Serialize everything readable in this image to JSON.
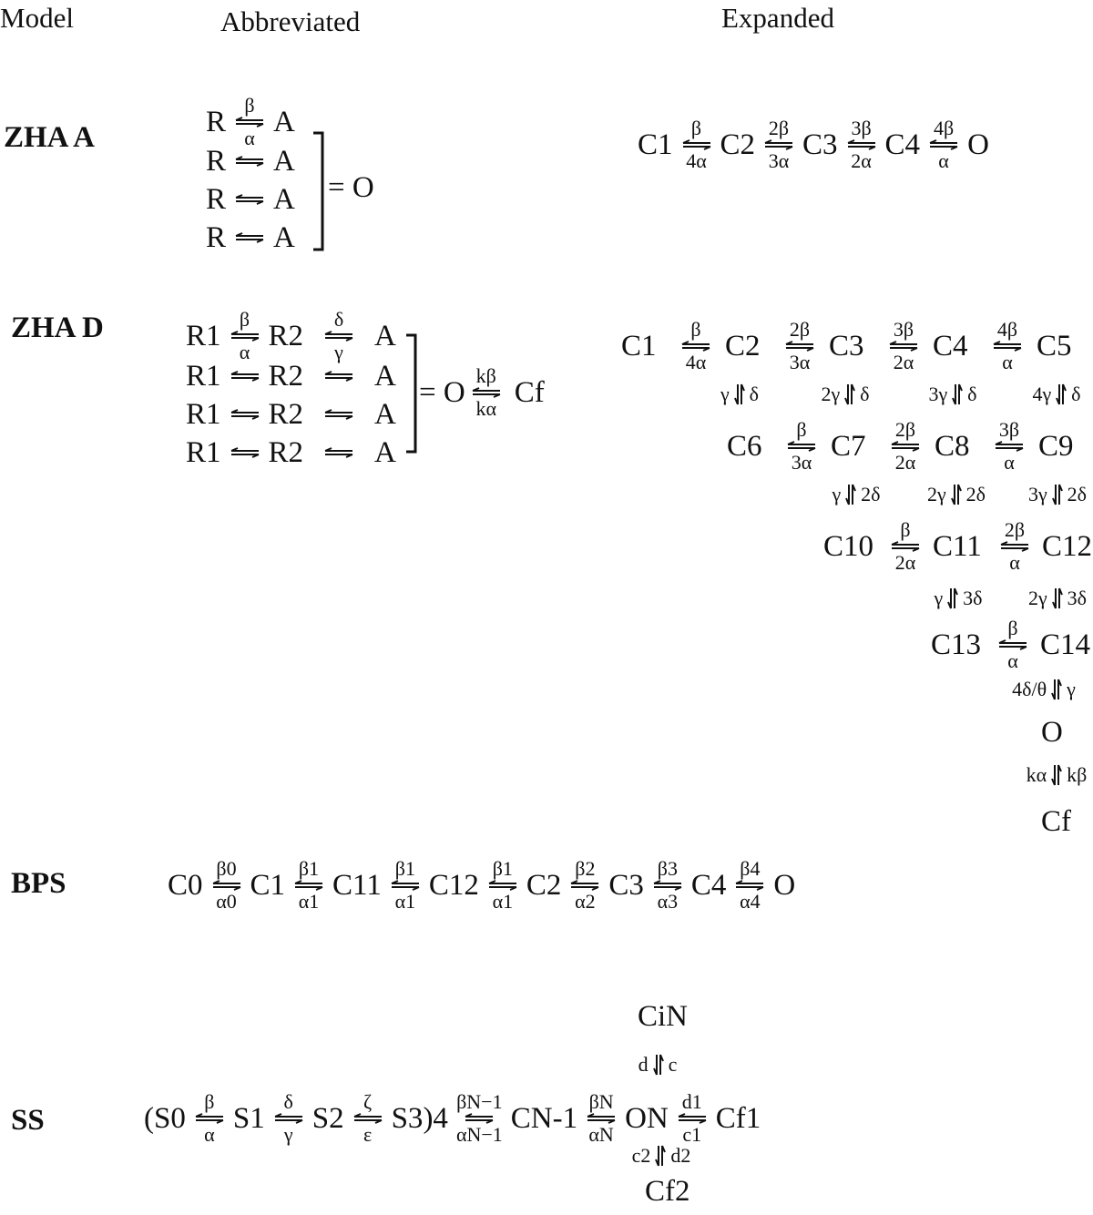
{
  "headers": {
    "model": "Model",
    "abbreviated": "Abbreviated",
    "expanded": "Expanded"
  },
  "models": {
    "zha_a": "ZHA A",
    "zha_d": "ZHA D",
    "bps": "BPS",
    "ss": "SS"
  },
  "zha_a": {
    "abbrev_rows": [
      {
        "left": "R",
        "fwd": "β",
        "bwd": "α",
        "right": "A"
      },
      {
        "left": "R",
        "fwd": "",
        "bwd": "",
        "right": "A"
      },
      {
        "left": "R",
        "fwd": "",
        "bwd": "",
        "right": "A"
      },
      {
        "left": "R",
        "fwd": "",
        "bwd": "",
        "right": "A"
      }
    ],
    "equals": "= O",
    "expanded": {
      "states": [
        "C1",
        "C2",
        "C3",
        "C4",
        "O"
      ],
      "rates": [
        {
          "fwd": "β",
          "bwd": "4α"
        },
        {
          "fwd": "2β",
          "bwd": "3α"
        },
        {
          "fwd": "3β",
          "bwd": "2α"
        },
        {
          "fwd": "4β",
          "bwd": "α"
        }
      ]
    }
  },
  "zha_d": {
    "abbrev_rows": [
      {
        "s1": "R1",
        "r1": {
          "fwd": "β",
          "bwd": "α"
        },
        "s2": "R2",
        "r2": {
          "fwd": "δ",
          "bwd": "γ"
        },
        "s3": "A"
      },
      {
        "s1": "R1",
        "r1": {
          "fwd": "",
          "bwd": ""
        },
        "s2": "R2",
        "r2": {
          "fwd": "",
          "bwd": ""
        },
        "s3": "A"
      },
      {
        "s1": "R1",
        "r1": {
          "fwd": "",
          "bwd": ""
        },
        "s2": "R2",
        "r2": {
          "fwd": "",
          "bwd": ""
        },
        "s3": "A"
      },
      {
        "s1": "R1",
        "r1": {
          "fwd": "",
          "bwd": ""
        },
        "s2": "R2",
        "r2": {
          "fwd": "",
          "bwd": ""
        },
        "s3": "A"
      }
    ],
    "equals": "= O",
    "flicker": {
      "fwd": "kβ",
      "bwd": "kα",
      "target": "Cf"
    },
    "expanded": {
      "row1": {
        "states": [
          "C1",
          "C2",
          "C3",
          "C4",
          "C5"
        ],
        "rates": [
          {
            "fwd": "β",
            "bwd": "4α"
          },
          {
            "fwd": "2β",
            "bwd": "3α"
          },
          {
            "fwd": "3β",
            "bwd": "2α"
          },
          {
            "fwd": "4β",
            "bwd": "α"
          }
        ]
      },
      "vert1": [
        {
          "l": "γ",
          "r": "δ"
        },
        {
          "l": "2γ",
          "r": "δ"
        },
        {
          "l": "3γ",
          "r": "δ"
        },
        {
          "l": "4γ",
          "r": "δ"
        }
      ],
      "row2": {
        "states": [
          "C6",
          "C7",
          "C8",
          "C9"
        ],
        "rates": [
          {
            "fwd": "β",
            "bwd": "3α"
          },
          {
            "fwd": "2β",
            "bwd": "2α"
          },
          {
            "fwd": "3β",
            "bwd": "α"
          }
        ]
      },
      "vert2": [
        {
          "l": "γ",
          "r": "2δ"
        },
        {
          "l": "2γ",
          "r": "2δ"
        },
        {
          "l": "3γ",
          "r": "2δ"
        }
      ],
      "row3": {
        "states": [
          "C10",
          "C11",
          "C12"
        ],
        "rates": [
          {
            "fwd": "β",
            "bwd": "2α"
          },
          {
            "fwd": "2β",
            "bwd": "α"
          }
        ]
      },
      "vert3": [
        {
          "l": "γ",
          "r": "3δ"
        },
        {
          "l": "2γ",
          "r": "3δ"
        }
      ],
      "row4": {
        "states": [
          "C13",
          "C14"
        ],
        "rates": [
          {
            "fwd": "β",
            "bwd": "α"
          }
        ]
      },
      "vert4": {
        "l": "4δ/θ",
        "r": "γ"
      },
      "open": "O",
      "vert5": {
        "l": "kα",
        "r": "kβ"
      },
      "flicker": "Cf"
    }
  },
  "bps": {
    "states": [
      "C0",
      "C1",
      "C11",
      "C12",
      "C2",
      "C3",
      "C4",
      "O"
    ],
    "rates": [
      {
        "fwd": "β0",
        "bwd": "α0"
      },
      {
        "fwd": "β1",
        "bwd": "α1"
      },
      {
        "fwd": "β1",
        "bwd": "α1"
      },
      {
        "fwd": "β1",
        "bwd": "α1"
      },
      {
        "fwd": "β2",
        "bwd": "α2"
      },
      {
        "fwd": "β3",
        "bwd": "α3"
      },
      {
        "fwd": "β4",
        "bwd": "α4"
      }
    ]
  },
  "ss": {
    "open_paren": "(",
    "states": [
      "S0",
      "S1",
      "S2",
      "S3"
    ],
    "rates": [
      {
        "fwd": "β",
        "bwd": "α"
      },
      {
        "fwd": "δ",
        "bwd": "γ"
      },
      {
        "fwd": "ζ",
        "bwd": "ε"
      }
    ],
    "close_power": ")4",
    "rate_n1": {
      "fwd": "βN−1",
      "bwd": "αN−1"
    },
    "cn1": "CN-1",
    "rate_n": {
      "fwd": "βN",
      "bwd": "αN"
    },
    "on": "ON",
    "rate_f1": {
      "fwd": "d1",
      "bwd": "c1"
    },
    "cf1": "Cf1",
    "cin": "CiN",
    "vert_top": {
      "l": "d",
      "r": "c"
    },
    "vert_bot": {
      "l": "c2",
      "r": "d2"
    },
    "cf2": "Cf2"
  }
}
